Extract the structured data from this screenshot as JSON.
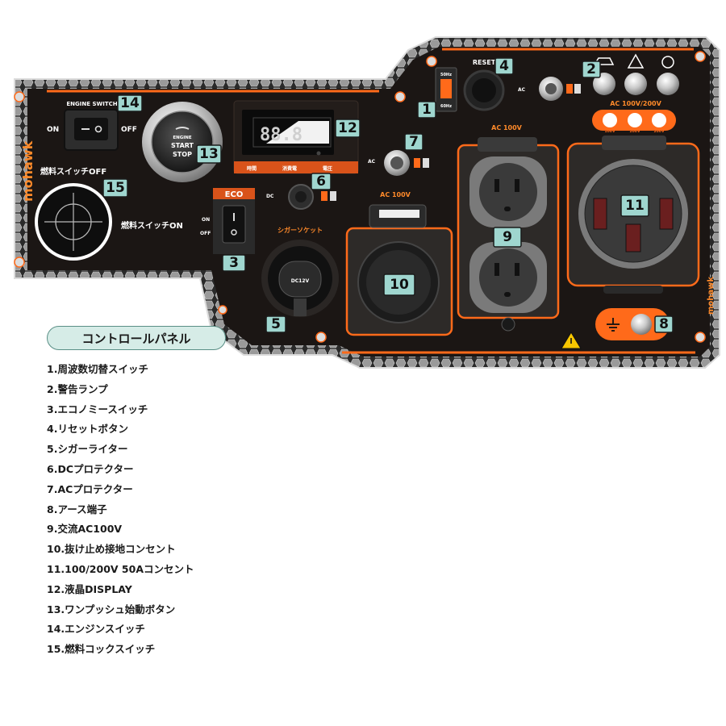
{
  "panel": {
    "engine_switch": {
      "title": "ENGINE SWITCH",
      "on": "ON",
      "off": "OFF"
    },
    "fuel_off": "燃料スイッチOFF",
    "fuel_on": "燃料スイッチON",
    "eco": {
      "title": "ECO",
      "on": "ON",
      "off": "OFF"
    },
    "start_button": {
      "line1": "ENGINE",
      "line2": "START",
      "line3": "STOP"
    },
    "display": {
      "digits": "88.8",
      "labels": [
        "時間",
        "消費電",
        "電圧"
      ]
    },
    "frequency": {
      "top": "50Hz",
      "bottom": "60Hz"
    },
    "reset": "RESET",
    "ac_small": "AC",
    "dc_small": "DC",
    "cigar_label": "シガーソケット",
    "cigar_inner": "DC12V",
    "ac100_label": "AC 100V",
    "ac100v_200v_label": "AC 100V/200V",
    "volt_tags": [
      "100V",
      "200V",
      "200V"
    ],
    "brand": "mohawk",
    "colors": {
      "accent": "#ff6a1a",
      "panel": "#1b1614",
      "badge": "#9fd6cf"
    },
    "badges": [
      "1",
      "2",
      "3",
      "4",
      "5",
      "6",
      "7",
      "8",
      "9",
      "10",
      "11",
      "12",
      "13",
      "14",
      "15"
    ]
  },
  "legend": {
    "title": "コントロールパネル",
    "items": [
      "1.周波数切替スイッチ",
      "2.警告ランプ",
      "3.エコノミースイッチ",
      "4.リセットボタン",
      "5.シガーライター",
      "6.DCプロテクター",
      "7.ACプロテクター",
      "8.アース端子",
      "9.交流AC100V",
      "10.抜け止め接地コンセント",
      "11.100/200V 50Aコンセント",
      "12.液晶DISPLAY",
      "13.ワンプッシュ始動ボタン",
      "14.エンジンスイッチ",
      "15.燃料コックスイッチ"
    ]
  }
}
